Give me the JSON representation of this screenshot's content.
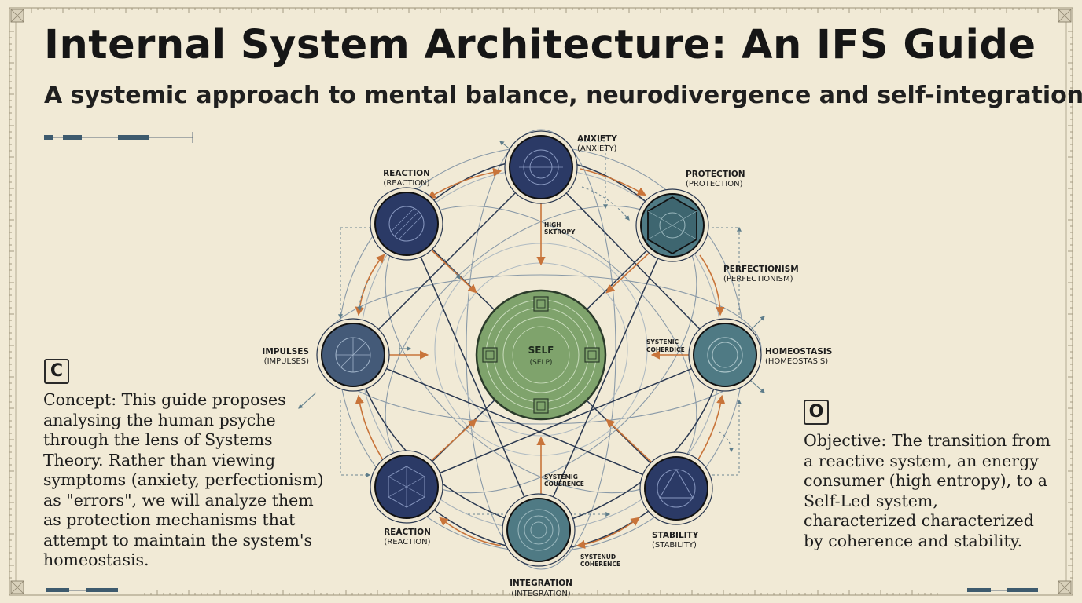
{
  "header": {
    "title": "Internal System Architecture: An IFS Guide",
    "subtitle": "A systemic approach to mental balance, neurodivergence and self-integration"
  },
  "concept": {
    "badge": "C",
    "text": "Concept: This guide proposes analysing the human psyche through the lens of Systems Theory. Rather than viewing symptoms (anxiety, perfectionism) as \"errors\", we will analyze them as protection mechanisms that attempt to maintain the system's homeostasis."
  },
  "objective": {
    "badge": "O",
    "text": "Objective: The transition from a reactive system, an energy consumer (high entropy), to a Self-Led system, characterized characterized by coherence and stability."
  },
  "diagram": {
    "center": {
      "label": "SELF",
      "sublabel": "(SELP)"
    },
    "nodes": {
      "anxiety": {
        "label": "ANXIETY",
        "sublabel": "(ANXIETY)"
      },
      "protection": {
        "label": "PROTECTION",
        "sublabel": "(PROTECTION)"
      },
      "perfectionism": {
        "label": "PERFECTIONISM",
        "sublabel": "(PERFECTIONISM)"
      },
      "homeostasis": {
        "label": "HOMEOSTASIS",
        "sublabel": "(HOMEOSTASIS)"
      },
      "stability": {
        "label": "STABILITY",
        "sublabel": "(STABILITY)"
      },
      "integration": {
        "label": "INTEGRATION",
        "sublabel": "(INTEGRATION)"
      },
      "reaction_bottom": {
        "label": "REACTION",
        "sublabel": "(REACTION)"
      },
      "impulses": {
        "label": "IMPULSES",
        "sublabel": "(IMPULSES)"
      },
      "reaction_top": {
        "label": "REACTION",
        "sublabel": "(REACTION)"
      }
    },
    "annotations": {
      "high_entropy": [
        "HIGH",
        "SKTROPY"
      ],
      "systemic_coherence_right": [
        "SYSTENIC",
        "COHERDICE"
      ],
      "systemic_coherence_bottom": [
        "SYSTEMIG",
        "COUERENCE"
      ],
      "systemic_coherence_low": [
        "SYSTENUD",
        "COHERENCE"
      ]
    },
    "colors": {
      "self_fill": "#7fa36c",
      "navy_node": "#2b3a66",
      "teal_node": "#4f7a84",
      "slate_node": "#445a78",
      "arrow_orange": "#c8743a",
      "line_dark": "#2a3850",
      "line_light": "#8a9aa8"
    }
  }
}
